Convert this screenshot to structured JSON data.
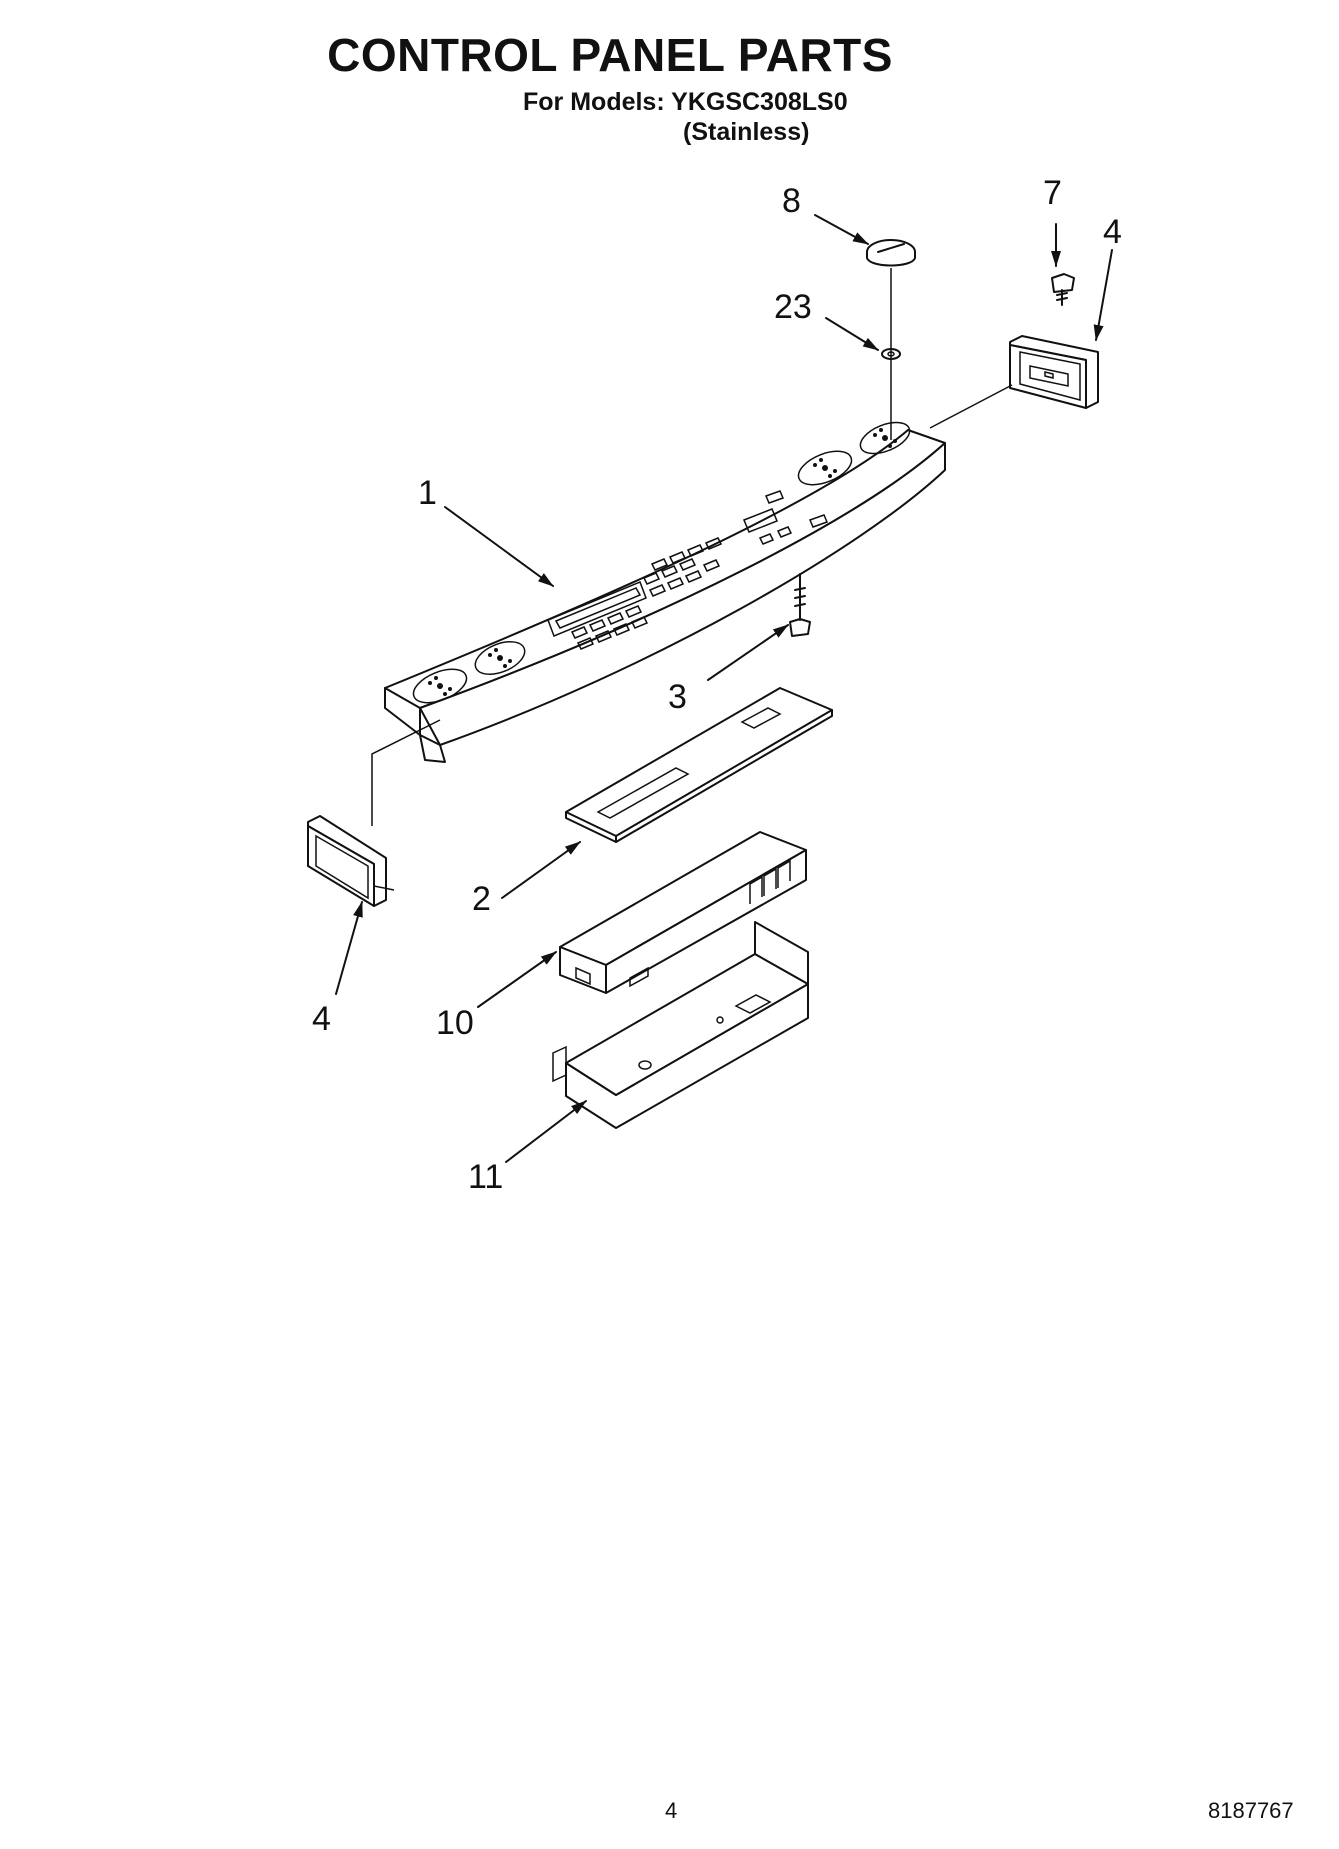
{
  "header": {
    "title": "CONTROL PANEL PARTS",
    "models_line": "For Models: YKGSC308LS0",
    "variant_line": "(Stainless)"
  },
  "footer": {
    "page_number": "4",
    "document_number": "8187767"
  },
  "diagram": {
    "callouts": [
      "8",
      "7",
      "4",
      "23",
      "1",
      "3",
      "2",
      "4",
      "10",
      "11"
    ]
  }
}
